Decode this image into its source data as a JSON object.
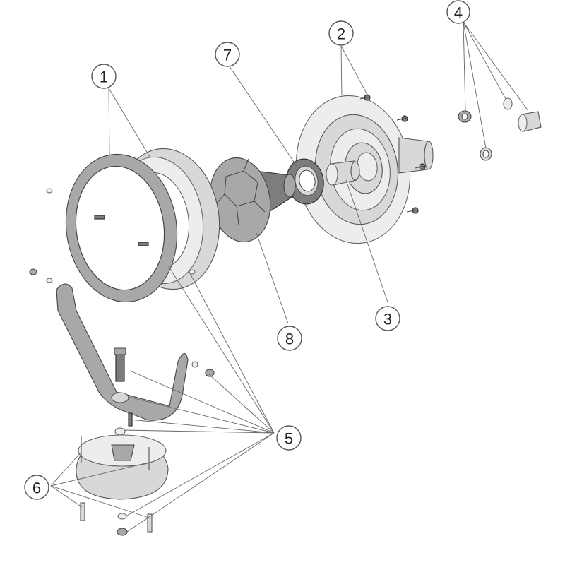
{
  "diagram": {
    "callouts": [
      {
        "id": "1",
        "label": "1"
      },
      {
        "id": "2",
        "label": "2"
      },
      {
        "id": "3",
        "label": "3"
      },
      {
        "id": "4",
        "label": "4"
      },
      {
        "id": "5",
        "label": "5"
      },
      {
        "id": "6",
        "label": "6"
      },
      {
        "id": "7",
        "label": "7"
      },
      {
        "id": "8",
        "label": "8"
      }
    ],
    "colors": {
      "dark_part": "#7d7d7d",
      "mid_part": "#a8a8a8",
      "light_part": "#d8d8d8",
      "white_part": "#ededed",
      "leader_line": "#666666"
    }
  }
}
